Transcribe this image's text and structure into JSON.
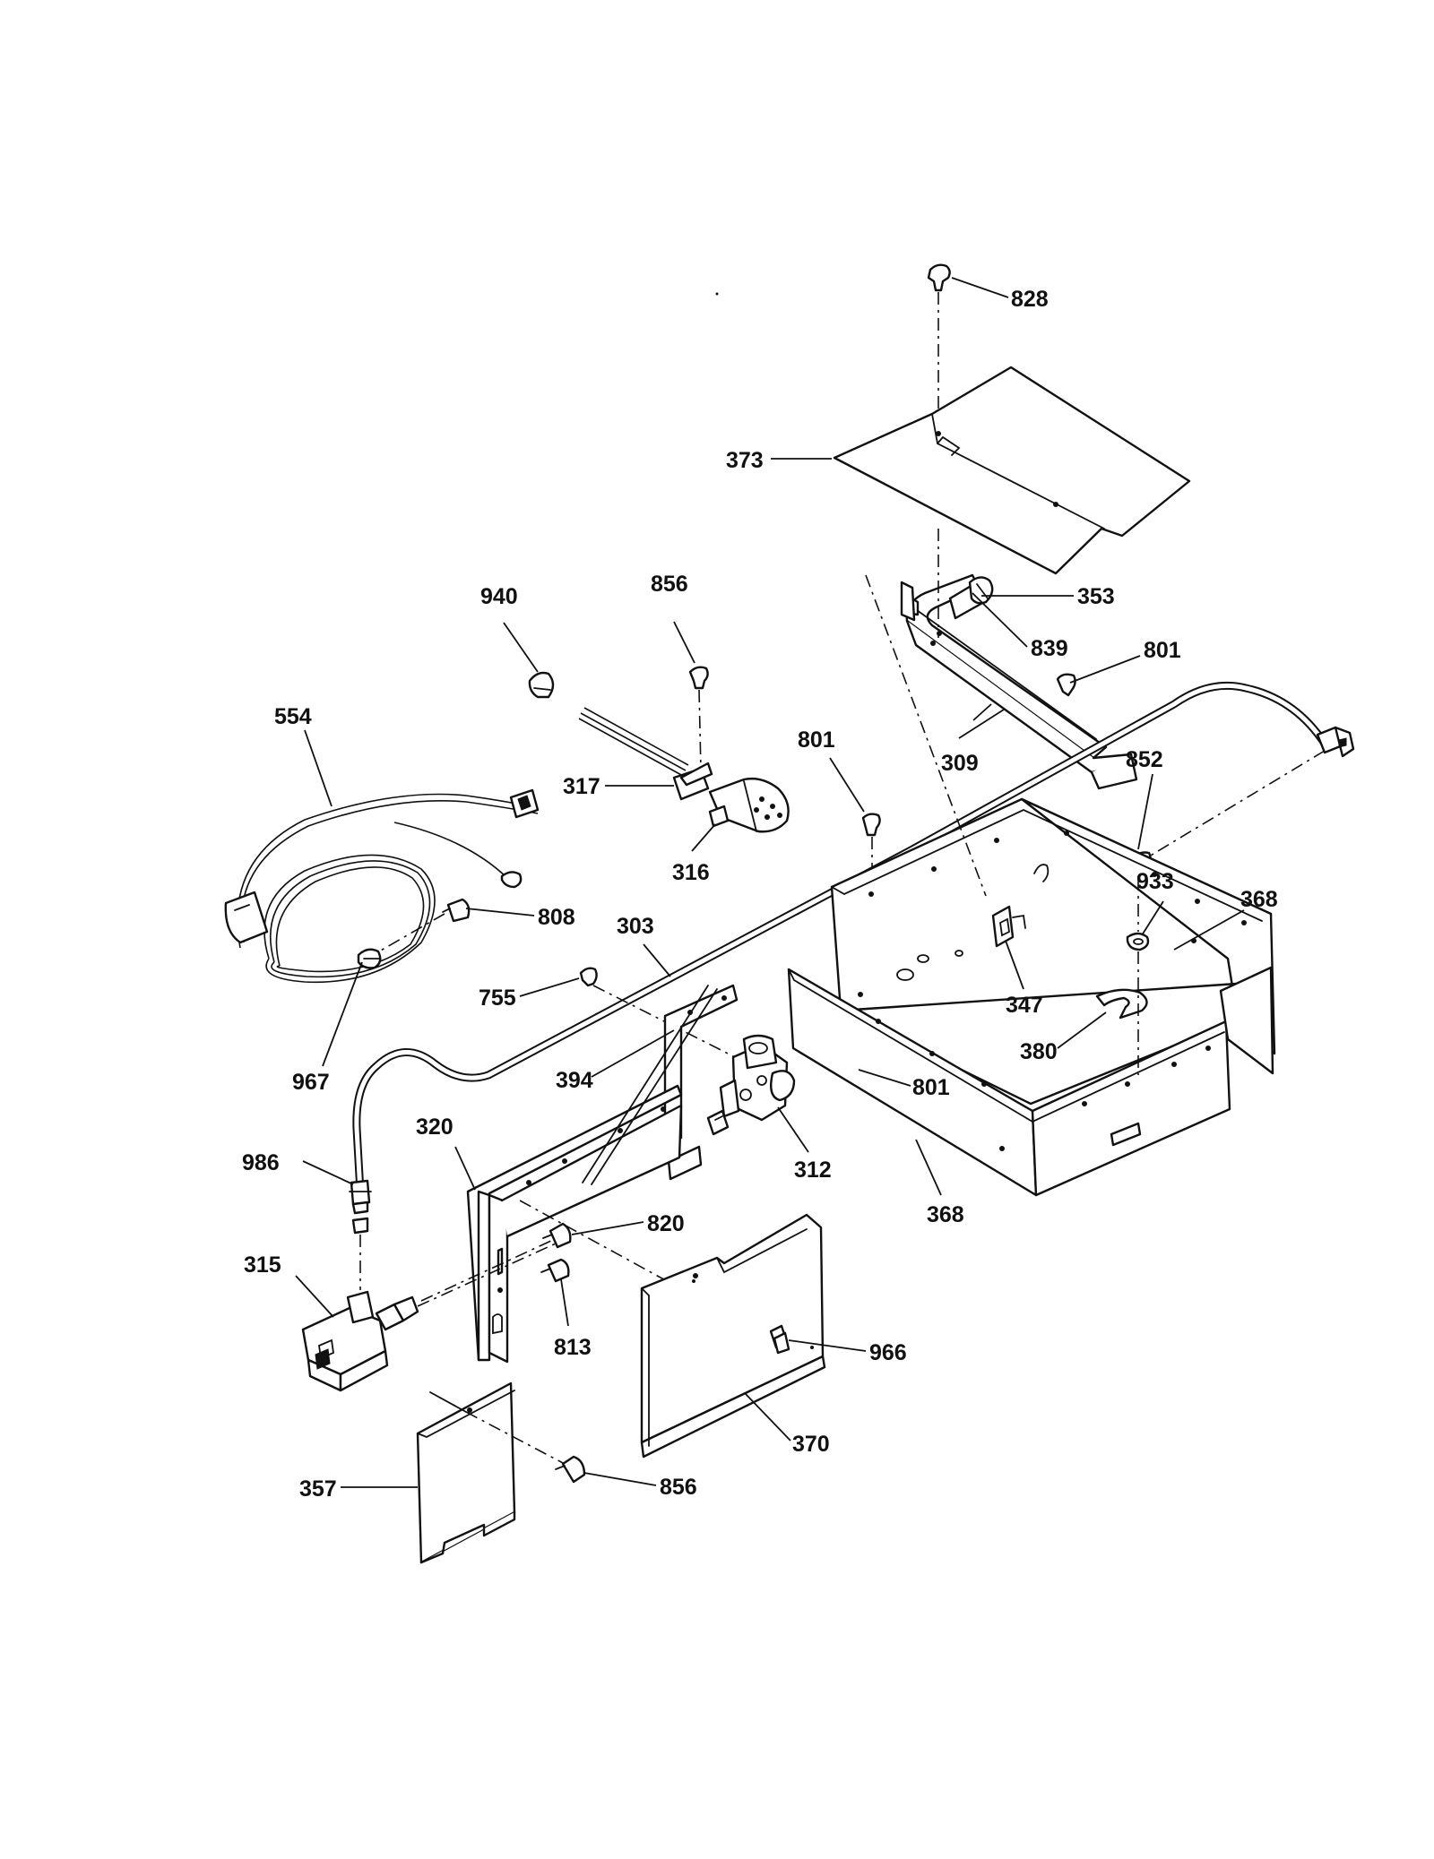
{
  "diagram": {
    "type": "exploded-parts-diagram",
    "callouts": [
      {
        "id": "c828",
        "label": "828"
      },
      {
        "id": "c373",
        "label": "373"
      },
      {
        "id": "c353",
        "label": "353"
      },
      {
        "id": "c839",
        "label": "839"
      },
      {
        "id": "c801a",
        "label": "801"
      },
      {
        "id": "c309",
        "label": "309"
      },
      {
        "id": "c940",
        "label": "940"
      },
      {
        "id": "c856a",
        "label": "856"
      },
      {
        "id": "c554",
        "label": "554"
      },
      {
        "id": "c317",
        "label": "317"
      },
      {
        "id": "c316",
        "label": "316"
      },
      {
        "id": "c801b",
        "label": "801"
      },
      {
        "id": "c852",
        "label": "852"
      },
      {
        "id": "c933",
        "label": "933"
      },
      {
        "id": "c368a",
        "label": "368"
      },
      {
        "id": "c808",
        "label": "808"
      },
      {
        "id": "c303",
        "label": "303"
      },
      {
        "id": "c347",
        "label": "347"
      },
      {
        "id": "c755",
        "label": "755"
      },
      {
        "id": "c380",
        "label": "380"
      },
      {
        "id": "c967",
        "label": "967"
      },
      {
        "id": "c394",
        "label": "394"
      },
      {
        "id": "c801c",
        "label": "801"
      },
      {
        "id": "c320",
        "label": "320"
      },
      {
        "id": "c312",
        "label": "312"
      },
      {
        "id": "c986",
        "label": "986"
      },
      {
        "id": "c368b",
        "label": "368"
      },
      {
        "id": "c820",
        "label": "820"
      },
      {
        "id": "c315",
        "label": "315"
      },
      {
        "id": "c813",
        "label": "813"
      },
      {
        "id": "c966",
        "label": "966"
      },
      {
        "id": "c370",
        "label": "370"
      },
      {
        "id": "c357",
        "label": "357"
      },
      {
        "id": "c856b",
        "label": "856"
      }
    ]
  }
}
